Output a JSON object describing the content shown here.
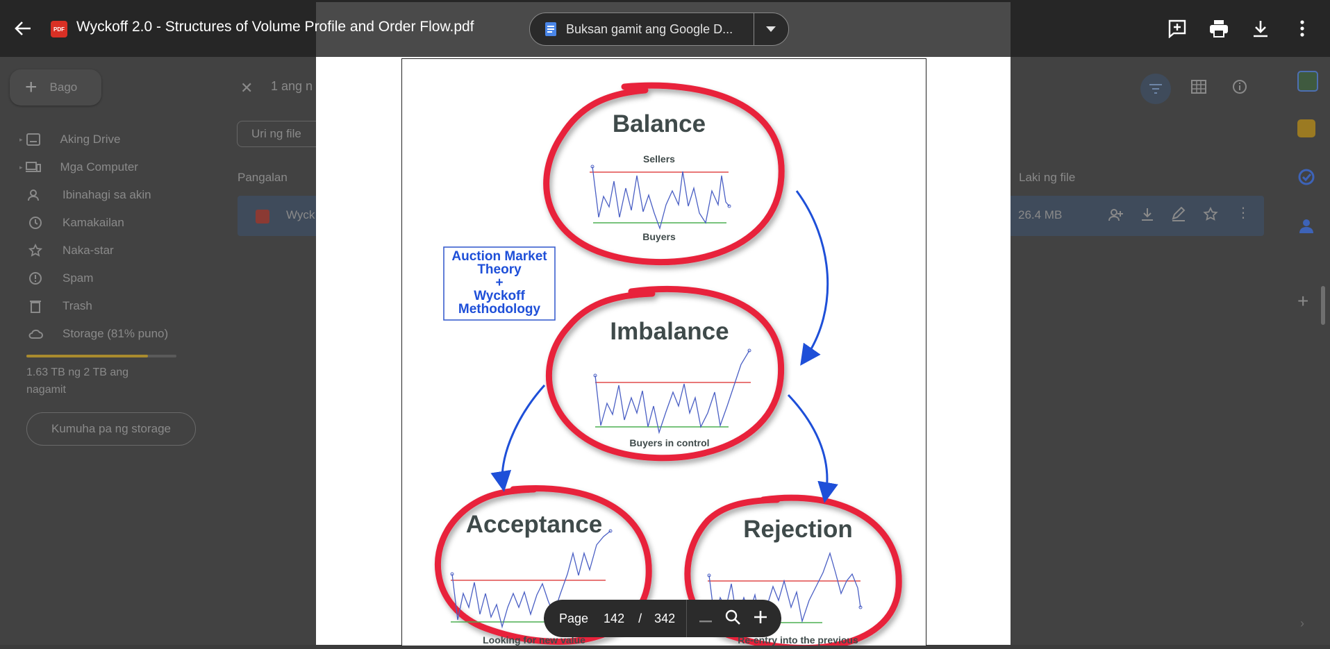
{
  "viewer": {
    "title": "Wyckoff 2.0 - Structures of Volume Profile and Order Flow.pdf",
    "open_with_label": "Buksan gamit ang Google D...",
    "pdf_badge": "PDF"
  },
  "drive": {
    "new_label": "Bago",
    "nav": [
      {
        "label": "Aking Drive",
        "icon": "drive-icon"
      },
      {
        "label": "Mga Computer",
        "icon": "computer-icon"
      },
      {
        "label": "Ibinahagi sa akin",
        "icon": "people-icon"
      },
      {
        "label": "Kamakailan",
        "icon": "clock-icon"
      },
      {
        "label": "Naka-star",
        "icon": "star-icon"
      },
      {
        "label": "Spam",
        "icon": "spam-icon"
      },
      {
        "label": "Trash",
        "icon": "trash-icon"
      },
      {
        "label": "Storage (81% puno)",
        "icon": "cloud-icon"
      }
    ],
    "storage_used_line1": "1.63 TB ng 2 TB ang",
    "storage_used_line2": "nagamit",
    "storage_percent": 81,
    "get_storage": "Kumuha pa ng storage",
    "selection_text": "1 ang n",
    "file_type_filter": "Uri ng file",
    "col_name": "Pangalan",
    "col_size": "Laki ng file",
    "file_name_partial": "Wyck",
    "file_size": "26.4 MB"
  },
  "document": {
    "balance": "Balance",
    "sellers": "Sellers",
    "buyers": "Buyers",
    "imbalance": "Imbalance",
    "buyers_in_control": "Buyers in control",
    "acceptance": "Acceptance",
    "looking": "Looking for new value",
    "rejection": "Rejection",
    "reentry": "Re-entry into the previous",
    "amt_line1": "Auction Market",
    "amt_line2": "Theory",
    "amt_plus": "+",
    "amt_line3": "Wyckoff",
    "amt_line4": "Methodology"
  },
  "zoom": {
    "page_label": "Page",
    "page_current": "142",
    "separator": "/",
    "page_total": "342"
  },
  "colors": {
    "circle_red": "#e8213b",
    "arrow_blue": "#1e4fd8",
    "heading_gray": "#3f4a4a",
    "line_red": "#e14a4a",
    "line_green": "#4caf50",
    "price_blue": "#4a5fc4"
  }
}
